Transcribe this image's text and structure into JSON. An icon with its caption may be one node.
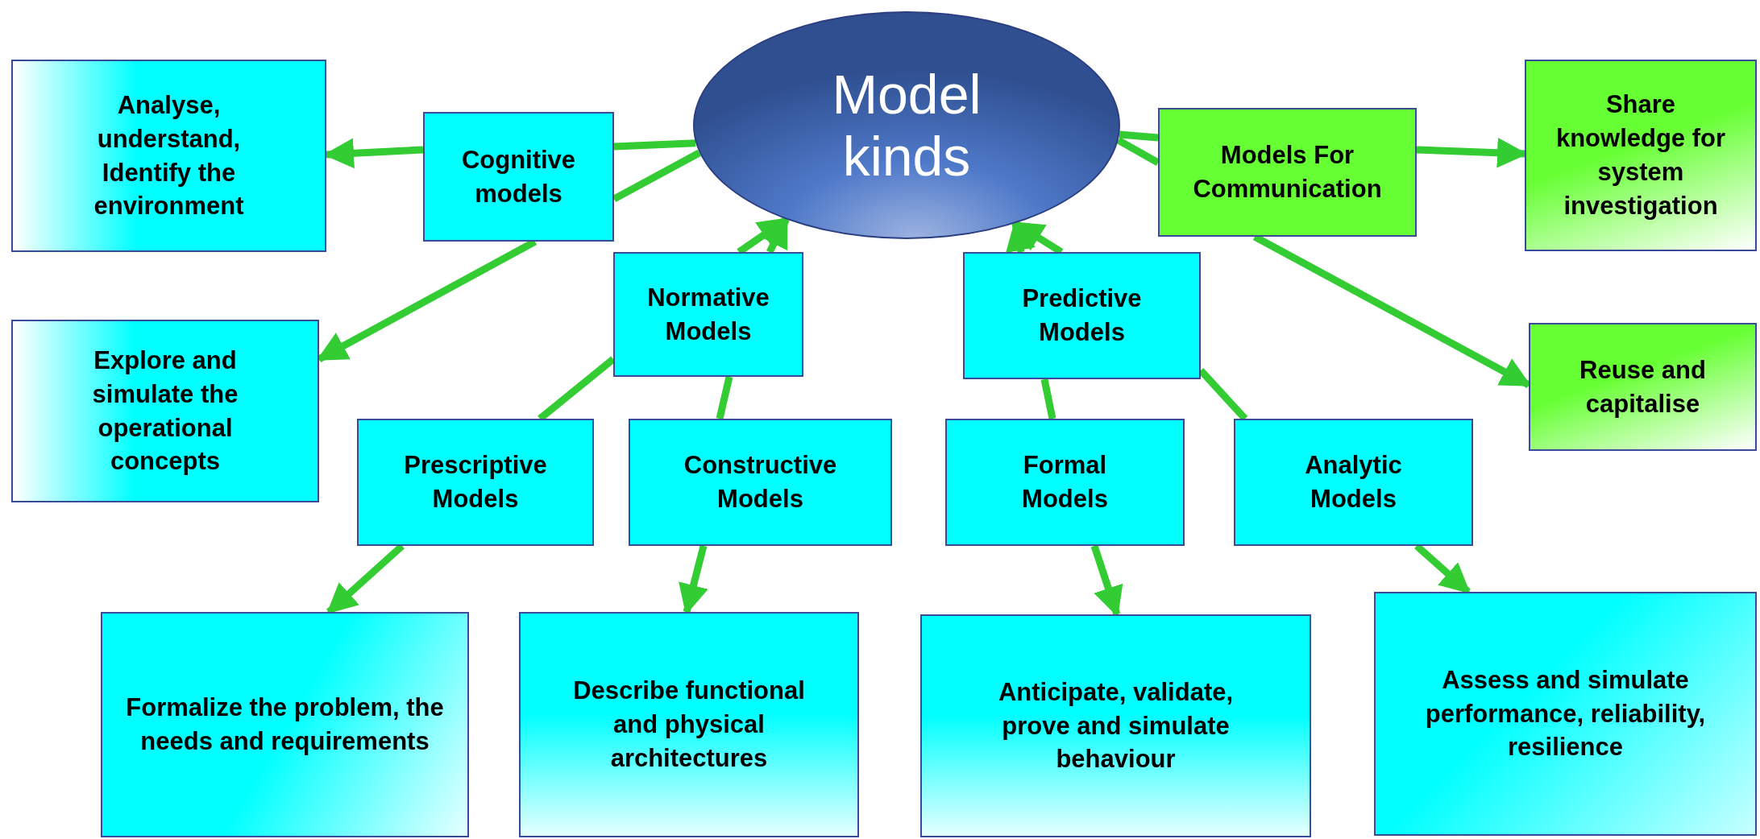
{
  "diagram": {
    "nodes": [
      {
        "text": [
          "Analyse, understand, Identify the environment"
        ]
      },
      {
        "text": [
          "Cognitive models"
        ]
      },
      {
        "text": [
          "Model kinds"
        ]
      },
      {
        "text": [
          "Models For Communication"
        ]
      },
      {
        "text": [
          "Share knowledge for system investigation"
        ]
      },
      {
        "text": [
          "Normative Models"
        ]
      },
      {
        "text": [
          "Predictive Models"
        ]
      },
      {
        "text": [
          "Explore and simulate the operational concepts"
        ]
      },
      {
        "text": [
          "Reuse and capitalise"
        ]
      },
      {
        "text": [
          "Prescriptive Models"
        ]
      },
      {
        "text": [
          "Constructive Models"
        ]
      },
      {
        "text": [
          "Formal Models"
        ]
      },
      {
        "text": [
          "Analytic Models"
        ]
      },
      {
        "text": [
          "Formalize the problem, the needs and requirements"
        ]
      },
      {
        "text": [
          "Describe functional and physical architectures"
        ]
      },
      {
        "text": [
          "Anticipate, validate, prove and simulate behaviour"
        ]
      },
      {
        "text": [
          "Assess and simulate performance, reliability, resilience"
        ]
      }
    ],
    "edges": [
      {
        "from": 2,
        "to": 1,
        "arrow": "none"
      },
      {
        "from": 2,
        "to": 1,
        "arrow": "none"
      },
      {
        "from": 1,
        "to": 0,
        "arrow": "to"
      },
      {
        "from": 1,
        "to": 7,
        "arrow": "to"
      },
      {
        "from": 9,
        "to": 5,
        "arrow": "none"
      },
      {
        "from": 10,
        "to": 5,
        "arrow": "none"
      },
      {
        "from": 5,
        "to": 2,
        "arrow": "to"
      },
      {
        "from": 5,
        "to": 2,
        "arrow": "to"
      },
      {
        "from": 11,
        "to": 6,
        "arrow": "none"
      },
      {
        "from": 12,
        "to": 6,
        "arrow": "none"
      },
      {
        "from": 6,
        "to": 2,
        "arrow": "to"
      },
      {
        "from": 6,
        "to": 2,
        "arrow": "to"
      },
      {
        "from": 2,
        "to": 3,
        "arrow": "none"
      },
      {
        "from": 2,
        "to": 3,
        "arrow": "none"
      },
      {
        "from": 3,
        "to": 4,
        "arrow": "to"
      },
      {
        "from": 3,
        "to": 8,
        "arrow": "to"
      },
      {
        "from": 9,
        "to": 13,
        "arrow": "to"
      },
      {
        "from": 10,
        "to": 14,
        "arrow": "to"
      },
      {
        "from": 11,
        "to": 15,
        "arrow": "to"
      },
      {
        "from": 12,
        "to": 16,
        "arrow": "to"
      }
    ]
  }
}
